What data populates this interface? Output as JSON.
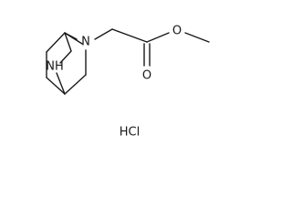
{
  "molecule": {
    "atoms": {
      "ring_nitrogen": "N",
      "bridge_amine": "NH",
      "carbonyl_oxygen": "O",
      "ester_oxygen": "O"
    },
    "salt": "HCl"
  }
}
